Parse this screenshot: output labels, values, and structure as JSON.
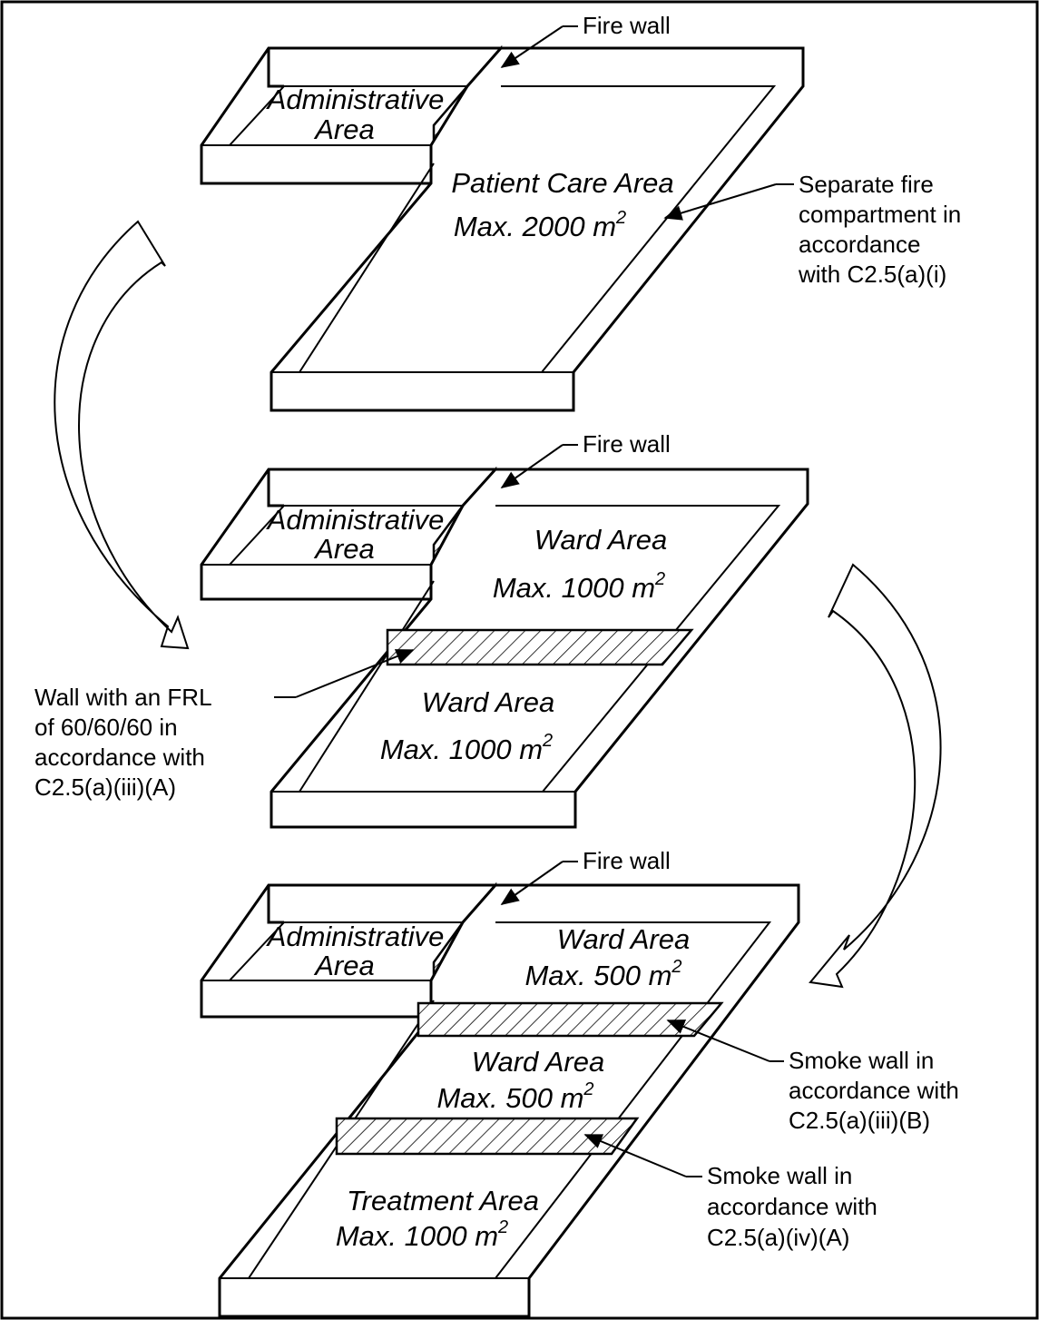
{
  "panel1": {
    "admin": [
      "Administrative",
      "Area"
    ],
    "area_name": "Patient Care Area",
    "area_size": "Max. 2000 m",
    "exp": "2",
    "fire_wall": "Fire wall",
    "callout": [
      "Separate fire",
      "compartment in",
      "accordance",
      "with C2.5(a)(i)"
    ]
  },
  "panel2": {
    "admin": [
      "Administrative",
      "Area"
    ],
    "upper_name": "Ward Area",
    "upper_size": "Max. 1000 m",
    "lower_name": "Ward Area",
    "lower_size": "Max. 1000 m",
    "exp": "2",
    "fire_wall": "Fire wall",
    "callout": [
      "Wall with an FRL",
      "of 60/60/60 in",
      "accordance with",
      "C2.5(a)(iii)(A)"
    ]
  },
  "panel3": {
    "admin": [
      "Administrative",
      "Area"
    ],
    "ward1_name": "Ward Area",
    "ward1_size": "Max. 500 m",
    "ward2_name": "Ward Area",
    "ward2_size": "Max. 500 m",
    "treat_name": "Treatment Area",
    "treat_size": "Max. 1000 m",
    "exp": "2",
    "fire_wall": "Fire wall",
    "callout_b": [
      "Smoke wall in",
      "accordance with",
      "C2.5(a)(iii)(B)"
    ],
    "callout_a": [
      "Smoke wall in",
      "accordance with",
      "C2.5(a)(iv)(A)"
    ]
  }
}
